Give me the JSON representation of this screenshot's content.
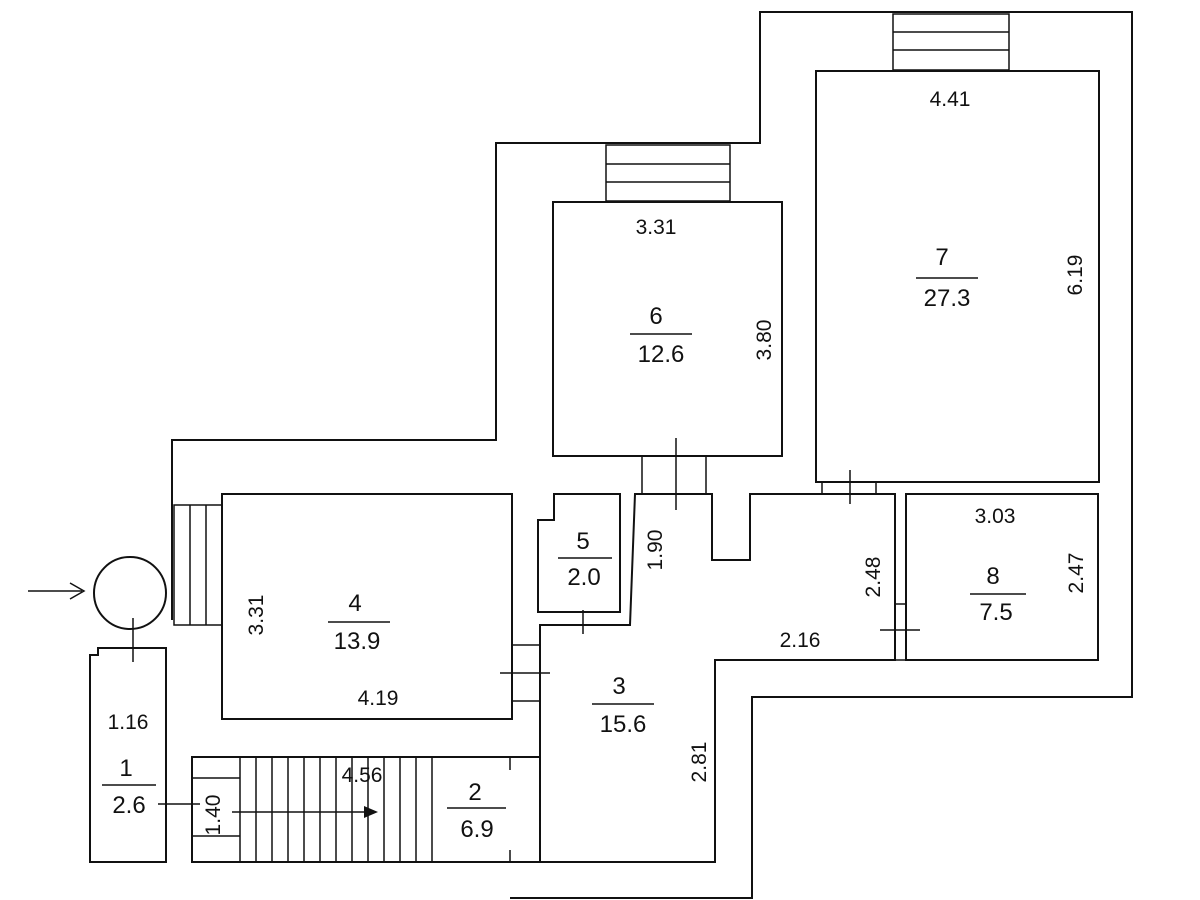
{
  "rooms": [
    {
      "number": "1",
      "area": "2.6"
    },
    {
      "number": "2",
      "area": "6.9"
    },
    {
      "number": "3",
      "area": "15.6"
    },
    {
      "number": "4",
      "area": "13.9"
    },
    {
      "number": "5",
      "area": "2.0"
    },
    {
      "number": "6",
      "area": "12.6"
    },
    {
      "number": "7",
      "area": "27.3"
    },
    {
      "number": "8",
      "area": "7.5"
    }
  ],
  "dimensions": {
    "room1_width": "1.16",
    "room1_length": "1.40",
    "room2_length": "4.56",
    "room3_width": "2.81",
    "room3_length": "2.16",
    "room3_passage": "2.48",
    "room4_width": "3.31",
    "room4_length": "4.19",
    "room5_length": "1.90",
    "room6_width": "3.31",
    "room6_length": "3.80",
    "room7_width": "4.41",
    "room7_length": "6.19",
    "room8_width": "3.03",
    "room8_length": "2.47"
  }
}
